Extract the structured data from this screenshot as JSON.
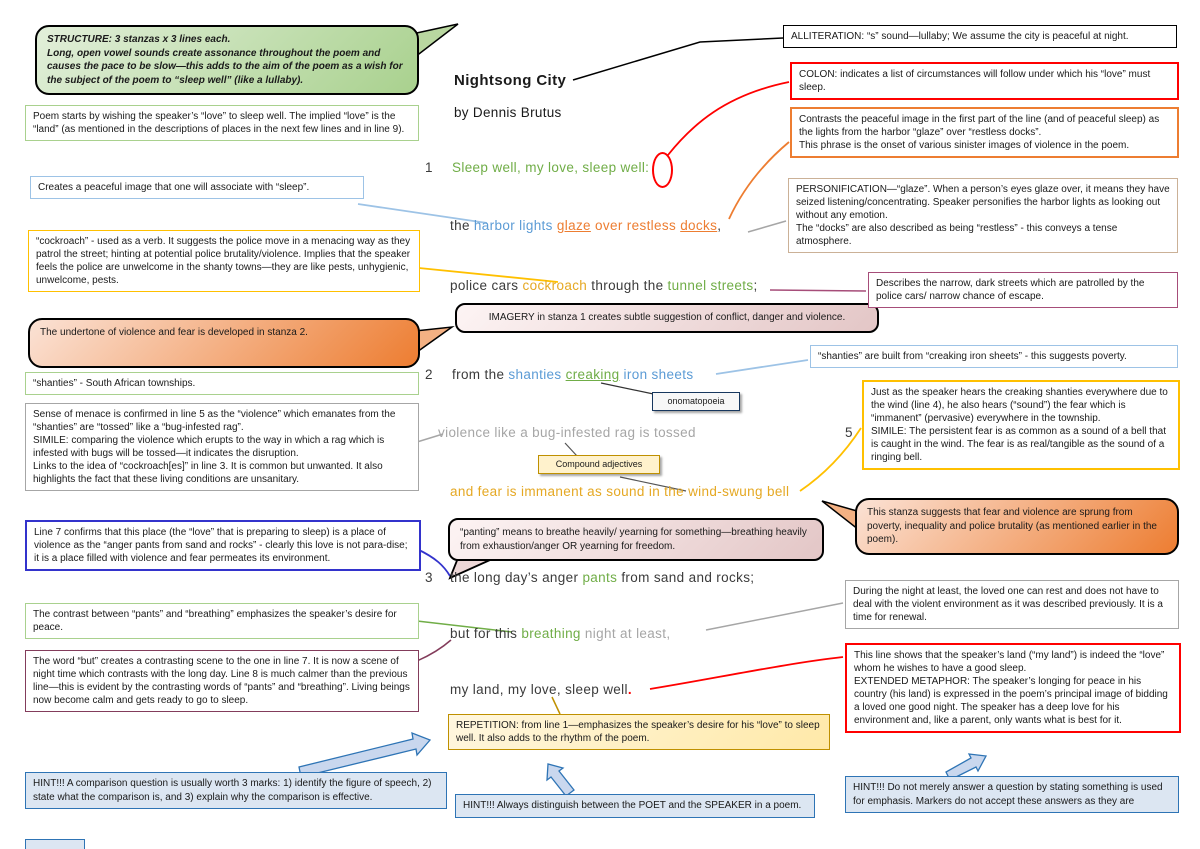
{
  "title": "Nightsong City",
  "author": "by Dennis Brutus",
  "poem": {
    "num1": "1",
    "num2": "2",
    "num3": "3",
    "num5": "5",
    "l1": {
      "a": "Sleep well, my love, sleep well:"
    },
    "l2": {
      "a": "the ",
      "b": "harbor lights ",
      "c": "glaze",
      "d": " over restless ",
      "e": "docks",
      "f": ","
    },
    "l3": {
      "a": "police cars ",
      "b": "cockroach",
      "c": " through the ",
      "d": "tunnel streets",
      "e": ";"
    },
    "l4": {
      "a": "from the ",
      "b": "shanties ",
      "c": "creaking",
      "d": " iron sheets"
    },
    "l5": {
      "a": "violence like a bug-infested rag is tossed"
    },
    "l6": {
      "a": "and fear is immanent as sound in the wind-swung bell"
    },
    "l7": {
      "a": "the long day’s anger ",
      "b": "pants",
      "c": " from sand and rocks;"
    },
    "l8": {
      "a": "but for this ",
      "b": "breathing",
      "c": " night at least,"
    },
    "l9": {
      "a": "my land, my love, sleep well",
      "b": "."
    }
  },
  "annotations": {
    "structure": "STRUCTURE: 3 stanzas x 3 lines each.\nLong, open vowel sounds create assonance throughout the poem and causes the pace to be slow—this adds to the aim of the poem as a wish for the subject of the poem to “sleep well” (like a lullaby).",
    "alliteration": "ALLITERATION: “s” sound—lullaby; We assume the city is peaceful at night.",
    "colon": "COLON: indicates a list of circumstances will follow under which his “love” must sleep.",
    "contrast_glaze": "Contrasts the peaceful image in the first part of the line (and of peaceful sleep) as the lights from the harbor “glaze” over “restless docks”.\nThis phrase is the onset of various sinister images of violence in the poem.",
    "poem_start": "Poem starts by wishing the speaker’s “love” to sleep well. The implied “love” is the “land” (as mentioned in the descriptions of places in the next few lines and in line 9).",
    "peaceful_image": "Creates a peaceful image that one will associate with “sleep”.",
    "cockroach": "“cockroach” - used as a verb. It suggests the police move in a menacing way as they patrol the street; hinting at potential police brutality/violence. Implies that the speaker feels the police are unwelcome in the shanty towns—they are like pests, unhygienic, unwelcome, pests.",
    "personification": "PERSONIFICATION—“glaze”. When a person’s eyes glaze over, it means they have seized listening/concentrating. Speaker personifies the harbor lights as looking out without any emotion.\nThe “docks” are also described as being “restless” - this conveys a tense atmosphere.",
    "tunnel_streets": "Describes the narrow, dark streets which are patrolled by the police cars/ narrow chance of escape.",
    "imagery": "IMAGERY in stanza 1 creates subtle suggestion of conflict, danger and violence.",
    "undertone": "The undertone of violence and fear is developed in stanza 2.",
    "shanties_built": "“shanties” are built from “creaking iron sheets” - this suggests poverty.",
    "shanties_def": "“shanties” - South African townships.",
    "onomatopoeia": "onomatopoeia",
    "menace": "Sense of menace is confirmed in line 5 as the “violence” which emanates from the “shanties” are “tossed” like a “bug-infested rag”.\nSIMILE: comparing the violence which erupts to the way in which a rag which is infested with bugs will be tossed—it indicates the disruption.\nLinks to the idea of “cockroach[es]” in line 3. It is common but unwanted. It also highlights the fact that these living conditions are unsanitary.",
    "immanent": "Just as the speaker hears the creaking shanties everywhere due to the wind (line 4), he also hears (“sound”) the fear which is “immanent” (pervasive) everywhere in the township.\nSIMILE: The persistent fear is as common as a sound of a bell that is caught in the wind. The fear is as real/tangible as the sound of a ringing bell.",
    "compound_adjectives": "Compound adjectives",
    "stanza_fear": "This stanza suggests that fear and violence are sprung from poverty, inequality and police brutality (as mentioned earlier in the poem).",
    "line7": "Line 7 confirms that this place (the “love” that is preparing to sleep) is a place of violence as the “anger pants from sand and rocks” - clearly this love is not para-dise; it is a place filled with violence and fear permeates its environment.",
    "panting": "“panting” means to breathe heavily/ yearning for something—breathing heavily from exhaustion/anger OR yearning for freedom.",
    "contrast_pants": "The contrast between “pants” and “breathing” emphasizes the speaker’s desire for peace.",
    "but_contrast": "The word “but” creates a contrasting scene to the one in line 7. It is now a scene of night time which contrasts with the long day. Line 8 is much calmer than the previous line—this is evident by the contrasting words of “pants” and “breathing”. Living beings now become calm and gets ready to go to sleep.",
    "renewal": "During the night at least, the loved one can rest and does not have to deal with the violent environment as it was described previously. It is a time for renewal.",
    "extended_metaphor": "This line shows that the speaker’s land (“my land”) is indeed the “love” whom he wishes to have a good sleep.\nEXTENDED METAPHOR: The speaker’s longing for peace in his country (his land) is expressed in the poem’s principal image of bidding a loved one good night. The speaker has a deep love for his environment and, like a parent, only wants what is best for it.",
    "repetition": "REPETITION: from line 1—emphasizes the speaker’s desire for his “love” to sleep well. It also adds to the rhythm of the poem."
  },
  "hints": {
    "comparison": "HINT!!! A comparison question is usually worth 3 marks: 1) identify the figure of speech, 2) state what the comparison is, and 3) explain why the comparison is effective.",
    "poet_speaker": "HINT!!! Always distinguish between the POET and the SPEAKER in a poem.",
    "emphasis": "HINT!!! Do not merely answer a question by stating something is used for emphasis. Markers do not accept these answers as they are"
  },
  "colors": {
    "poem_green": "#70ad47",
    "poem_blue": "#5b9bd5",
    "poem_orange": "#ed7d31",
    "poem_gold": "#e5a823",
    "poem_gray": "#a6a6a6",
    "emphasis_red": "#ff0000",
    "hint_blue": "#2e74b5"
  }
}
